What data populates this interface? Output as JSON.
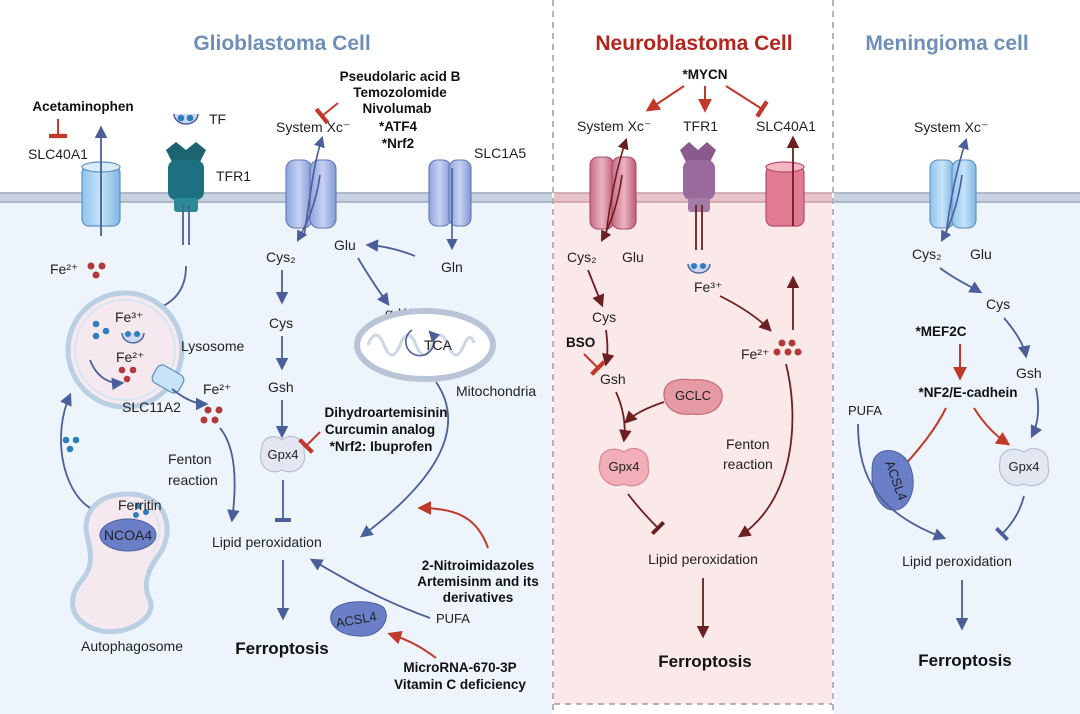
{
  "sections": {
    "glioblastoma": {
      "title": "Glioblastoma  Cell",
      "acetaminophen": "Acetaminophen",
      "slc40a1": "SLC40A1",
      "tf": "TF",
      "tfr1": "TFR1",
      "system_xc": "System Xc⁻",
      "slc1a5": "SLC1A5",
      "drugs_top": [
        "Pseudolaric acid B",
        "Temozolomide",
        "Nivolumab",
        "*ATF4",
        "*Nrf2"
      ],
      "fe2_out": "Fe²⁺",
      "fe3_lyso": "Fe³⁺",
      "fe2_lyso": "Fe²⁺",
      "lysosome": "Lysosome",
      "slc11a2": "SLC11A2",
      "fe2_cyto": "Fe²⁺",
      "fenton": [
        "Fenton",
        "reaction"
      ],
      "ferritin": "Ferritin",
      "ncoa4": "NCOA4",
      "autophagosome": "Autophagosome",
      "cys2": "Cys₂",
      "cys": "Cys",
      "gsh": "Gsh",
      "glu": "Glu",
      "gln": "Gln",
      "akg": "α-KG",
      "tca": "TCA",
      "mitochondria": "Mitochondria",
      "drugs_gpx4": [
        "Dihydroartemisinin",
        "Curcumin analog",
        "*Nrf2: Ibuprofen"
      ],
      "gpx4": "Gpx4",
      "lipid": "Lipid peroxidation",
      "drugs_lipid": [
        "2-Nitroimidazoles",
        "Artemisinm and its",
        "derivatives"
      ],
      "pufa": "PUFA",
      "acsl4": "ACSL4",
      "drugs_acsl4": [
        "MicroRNA-670-3P",
        "Vitamin C deficiency"
      ],
      "ferroptosis": "Ferroptosis"
    },
    "neuroblastoma": {
      "title": "Neuroblastoma Cell",
      "mycn": "*MYCN",
      "system_xc": "System Xc⁻",
      "tfr1": "TFR1",
      "slc40a1": "SLC40A1",
      "cys2": "Cys₂",
      "glu": "Glu",
      "cys": "Cys",
      "bso": "BSO",
      "gsh": "Gsh",
      "gclc": "GCLC",
      "gpx4": "Gpx4",
      "fe3": "Fe³⁺",
      "fe2": "Fe²⁺",
      "fenton": [
        "Fenton",
        "reaction"
      ],
      "lipid": "Lipid peroxidation",
      "ferroptosis": "Ferroptosis"
    },
    "meningioma": {
      "title": "Meningioma cell",
      "system_xc": "System Xc⁻",
      "cys2": "Cys₂",
      "glu": "Glu",
      "cys": "Cys",
      "mef2c": "*MEF2C",
      "nf2": "*NF2/E-cadhein",
      "gsh": "Gsh",
      "pufa": "PUFA",
      "acsl4": "ACSL4",
      "gpx4": "Gpx4",
      "lipid": "Lipid peroxidation",
      "ferroptosis": "Ferroptosis"
    }
  },
  "colors": {
    "glio_title": "#6f8fb8",
    "neuro_title": "#b3261e",
    "menin_title": "#6f8fb8",
    "glio_bg": "#edf4fb",
    "neuro_bg": "#fbe9e9",
    "menin_bg": "#edf4fb",
    "blue_arrow": "#4a5f9a",
    "red_arrow": "#c0392b",
    "dark_red_arrow": "#6b1f1f",
    "membrane": "#b9c5d6"
  }
}
